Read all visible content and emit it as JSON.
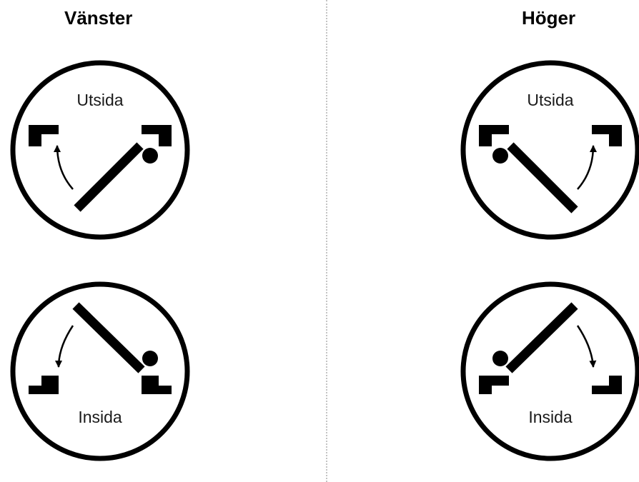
{
  "headings": {
    "left": "Vänster",
    "right": "Höger"
  },
  "diagrams": {
    "left_outside": {
      "label": "Utsida"
    },
    "left_inside": {
      "label": "Insida"
    },
    "right_outside": {
      "label": "Utsida"
    },
    "right_inside": {
      "label": "Insida"
    }
  },
  "colors": {
    "ink": "#000000",
    "divider": "#c4c4c4",
    "background": "#ffffff"
  }
}
